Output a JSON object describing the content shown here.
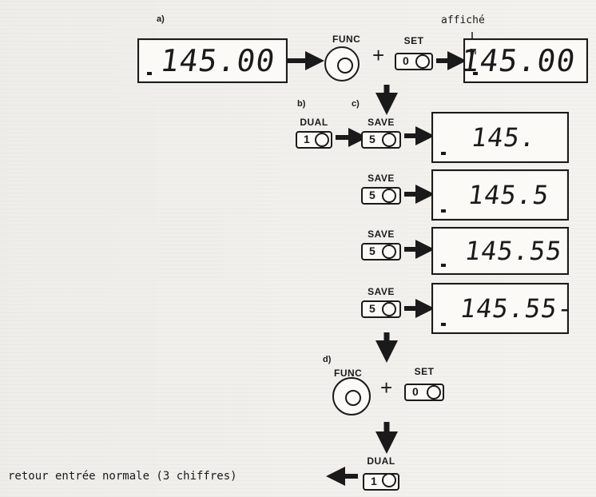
{
  "labels": {
    "a": "a)",
    "b": "b)",
    "c": "c)",
    "d": "d)"
  },
  "displayed_label": "affiché",
  "m_flag": "M",
  "display_initial": "145.00",
  "display_result": "145.00",
  "func_label": "FUNC",
  "set_label": "SET",
  "set_key": "0",
  "dual_label": "DUAL",
  "dual_key": "1",
  "save_label": "SAVE",
  "save_key": "5",
  "steps": [
    {
      "display": "145."
    },
    {
      "display": "145.5"
    },
    {
      "display": "145.55"
    },
    {
      "display": "145.55-"
    }
  ],
  "bottom_text": "retour entrée normale (3 chiffres)"
}
